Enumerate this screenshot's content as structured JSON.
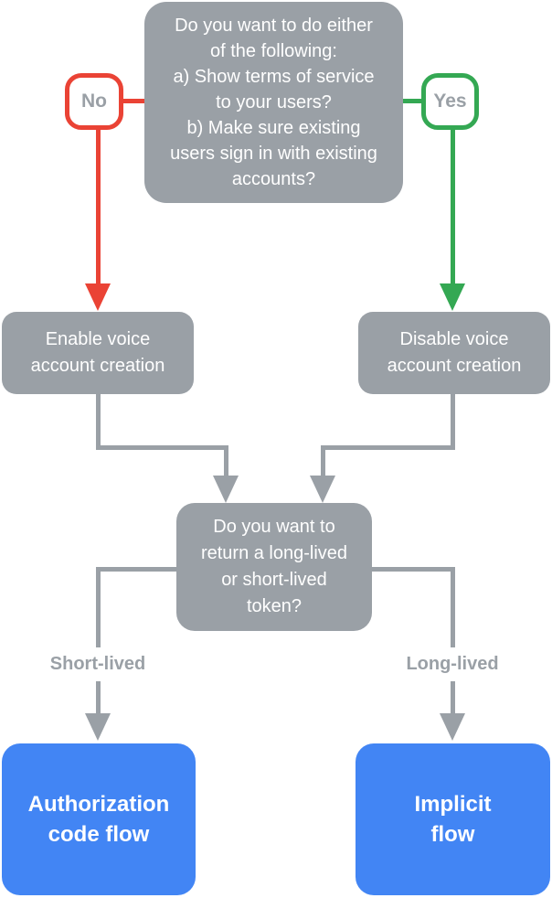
{
  "colors": {
    "gray": "#9AA0A6",
    "red": "#EA4335",
    "green": "#34A853",
    "blue": "#4285F4",
    "background": "#FFFFFF",
    "label_text": "#9AA0A6"
  },
  "flowchart": {
    "top_question": "Do you want to do either\nof the following:\na) Show terms of service\nto your users?\nb) Make sure existing\nusers sign in with existing\naccounts?",
    "no_label": "No",
    "yes_label": "Yes",
    "enable_node": "Enable voice\naccount creation",
    "disable_node": "Disable voice\naccount creation",
    "token_question": "Do you want to\nreturn a long-lived\nor short-lived\ntoken?",
    "short_lived_label": "Short-lived",
    "long_lived_label": "Long-lived",
    "authorization_node": "Authorization\ncode flow",
    "implicit_node": "Implicit\nflow"
  }
}
